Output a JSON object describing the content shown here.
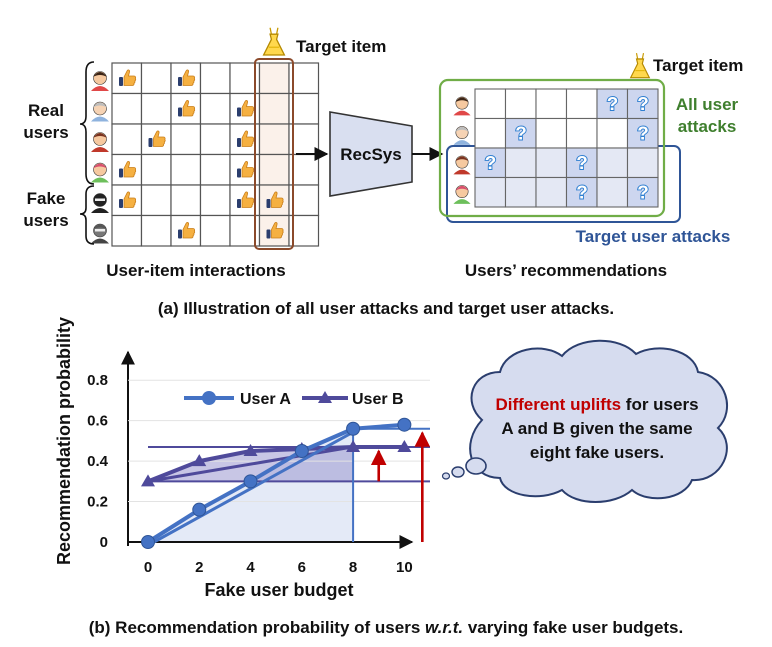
{
  "part_a": {
    "left_matrix": {
      "rows": 6,
      "cols": 7,
      "likes": [
        [
          0,
          0
        ],
        [
          0,
          2
        ],
        [
          1,
          2
        ],
        [
          1,
          4
        ],
        [
          2,
          1
        ],
        [
          2,
          4
        ],
        [
          3,
          0
        ],
        [
          3,
          4
        ],
        [
          4,
          0
        ],
        [
          4,
          4
        ],
        [
          4,
          5
        ],
        [
          5,
          2
        ],
        [
          5,
          5
        ]
      ],
      "highlight_col": 5,
      "caption": "User-item interactions",
      "target_label": "Target item"
    },
    "group_labels": {
      "real_line1": "Real",
      "real_line2": "users",
      "fake_line1": "Fake",
      "fake_line2": "users"
    },
    "recsys_label": "RecSys",
    "right_matrix": {
      "rows": 4,
      "cols": 6,
      "questions": [
        [
          0,
          4
        ],
        [
          0,
          5
        ],
        [
          1,
          1
        ],
        [
          1,
          5
        ],
        [
          2,
          0
        ],
        [
          2,
          3
        ],
        [
          3,
          3
        ],
        [
          3,
          5
        ]
      ],
      "highlight_col": 5,
      "caption": "Users’ recommendations",
      "target_label": "Target item",
      "all_attacks_line1": "All user",
      "all_attacks_line2": "attacks",
      "target_attacks": "Target user attacks"
    },
    "caption": "(a) Illustration of all user attacks and target user attacks.",
    "colors": {
      "all_attacks": "#3f7f2e",
      "target_attacks": "#2f5597",
      "target_item_box": "#8b4a2b",
      "recsys_fill": "#d9dff0",
      "question_fill": "#c9d3ee"
    }
  },
  "part_b": {
    "chart_data": {
      "type": "line",
      "xlabel": "Fake user budget",
      "ylabel": "Recommendation probability",
      "x_ticks": [
        0,
        2,
        4,
        6,
        8,
        10
      ],
      "y_ticks": [
        "0",
        "0.2",
        "0.4",
        "0.6",
        "0.8"
      ],
      "xlim": [
        0,
        11
      ],
      "ylim": [
        0,
        0.9
      ],
      "series": [
        {
          "name": "User A",
          "marker": "circle",
          "color": "#4472c4",
          "x": [
            0,
            2,
            4,
            6,
            8,
            10
          ],
          "y": [
            0.0,
            0.16,
            0.3,
            0.45,
            0.56,
            0.58
          ]
        },
        {
          "name": "User B",
          "marker": "triangle",
          "color": "#4f4a9b",
          "x": [
            0,
            2,
            4,
            6,
            8,
            10
          ],
          "y": [
            0.3,
            0.4,
            0.45,
            0.46,
            0.47,
            0.47
          ]
        }
      ],
      "legend_position": "top"
    },
    "callout": {
      "highlight": "Different uplifts",
      "line1_rest": " for users",
      "line2": "A and B given the same",
      "line3": "eight fake users."
    },
    "caption_prefix": "(b) Recommendation probability of users ",
    "caption_italic": "w.r.t.",
    "caption_suffix": " varying fake user budgets."
  }
}
